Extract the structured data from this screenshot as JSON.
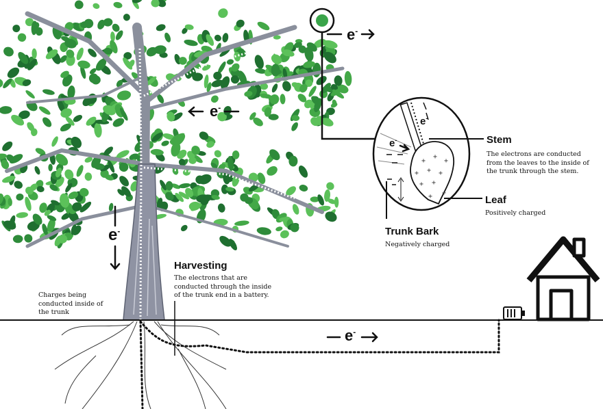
{
  "stem": {
    "title": "Stem",
    "text": "The electrons are conducted from the leaves to the inside of the trunk through the stem."
  },
  "leaf": {
    "title": "Leaf",
    "text": "Positively charged"
  },
  "trunk_bark": {
    "title": "Trunk Bark",
    "text": "Negatively charged"
  },
  "harvesting": {
    "title": "Harvesting",
    "text": "The electrons that are conducted through the inside of the trunk end in a battery."
  },
  "charges": {
    "text": "Charges being conducted inside of the trunk"
  },
  "electron": {
    "symbol": "e",
    "sup": "-"
  },
  "colors": {
    "leaf_green": "#2e8b3a",
    "leaf_light": "#5cc15a",
    "ink": "#111111"
  }
}
